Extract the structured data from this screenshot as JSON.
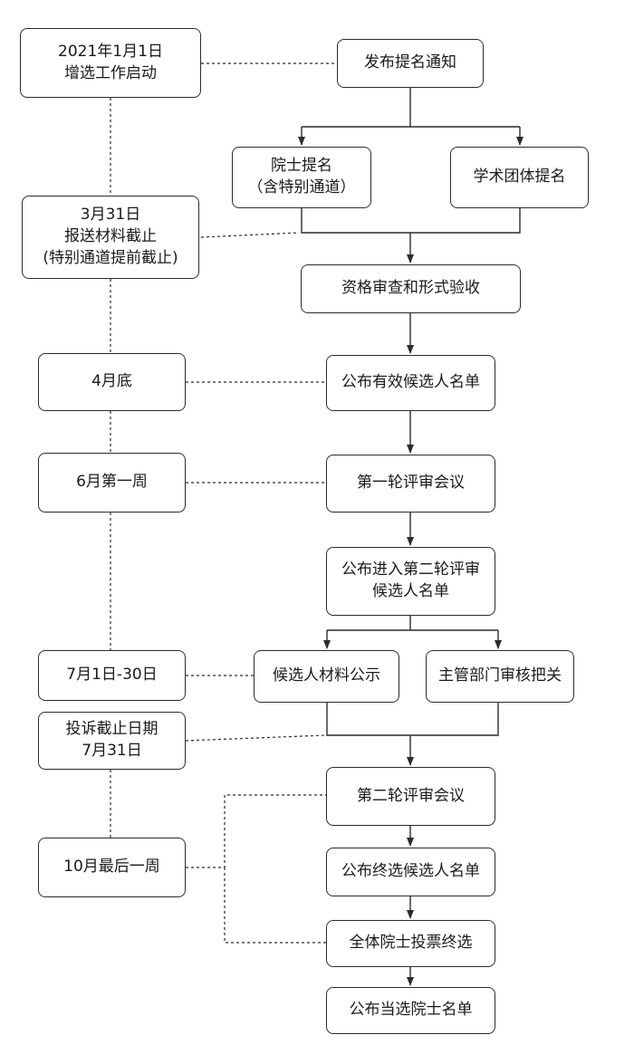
{
  "timeline": {
    "launch": [
      "2021年1月1日",
      "增选工作启动"
    ],
    "materials_deadline": [
      "3月31日",
      "报送材料截止",
      "(特别通道提前截止)"
    ],
    "end_of_april": [
      "4月底"
    ],
    "june_week1": [
      "6月第一周"
    ],
    "july": [
      "7月1日-30日"
    ],
    "complaint_deadline": [
      "投诉截止日期",
      "7月31日"
    ],
    "october_last_week": [
      "10月最后一周"
    ]
  },
  "process": {
    "nomination_notice": [
      "发布提名通知"
    ],
    "academician_nomination": [
      "院士提名",
      "（含特别通道）"
    ],
    "society_nomination": [
      "学术团体提名"
    ],
    "qualification_review": [
      "资格审查和形式验收"
    ],
    "valid_candidates": [
      "公布有效候选人名单"
    ],
    "first_round": [
      "第一轮评审会议"
    ],
    "second_round_list": [
      "公布进入第二轮评审",
      "候选人名单"
    ],
    "materials_publicity": [
      "候选人材料公示"
    ],
    "department_review": [
      "主管部门审核把关"
    ],
    "second_round": [
      "第二轮评审会议"
    ],
    "final_candidates": [
      "公布终选候选人名单"
    ],
    "final_vote": [
      "全体院士投票终选"
    ],
    "elected_list": [
      "公布当选院士名单"
    ]
  },
  "colors": {
    "stroke": "#2b2b2b",
    "text": "#1a1a1a"
  }
}
